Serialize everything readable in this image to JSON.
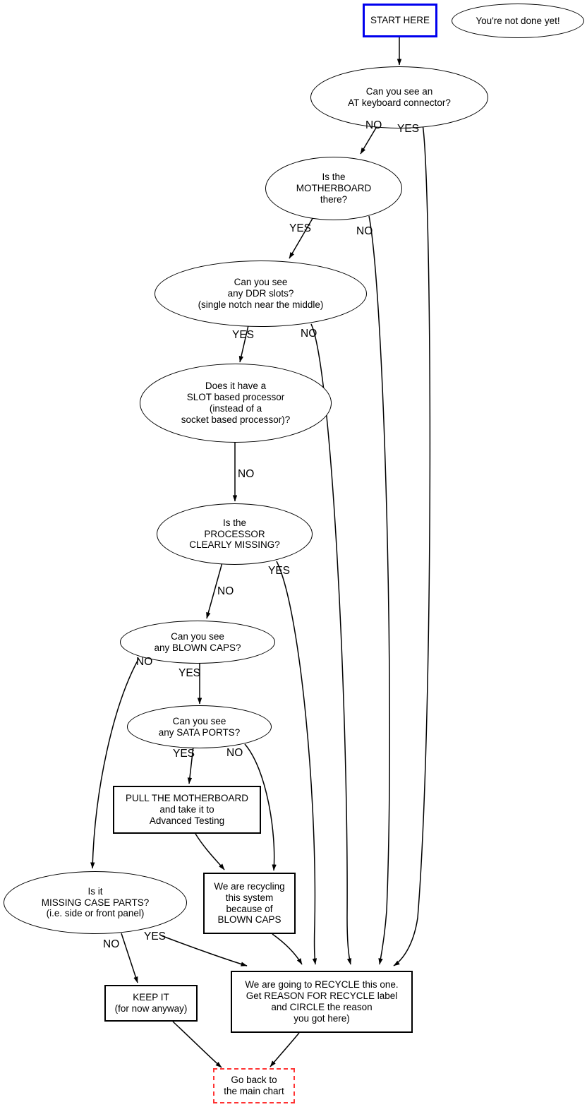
{
  "diagram": {
    "title": "Recycling triage flowchart",
    "colors": {
      "start_border": "#0000ee",
      "terminal_border": "#ff3333",
      "node_stroke": "#000000",
      "background": "#ffffff"
    }
  },
  "nodes": {
    "start": {
      "label": "START HERE",
      "shape": "box"
    },
    "not_done": {
      "label": "You're not done yet!",
      "shape": "ellipse"
    },
    "at_keyboard": {
      "label": "Can you see an\nAT keyboard connector?",
      "shape": "ellipse"
    },
    "motherboard": {
      "label": "Is the\nMOTHERBOARD\nthere?",
      "shape": "ellipse"
    },
    "ddr_slots": {
      "label": "Can you see\nany DDR slots?\n(single notch near the middle)",
      "shape": "ellipse"
    },
    "slot_processor": {
      "label": "Does it have a\nSLOT based processor\n(instead of a\nsocket based processor)?",
      "shape": "ellipse"
    },
    "processor_missing": {
      "label": "Is the\nPROCESSOR\nCLEARLY MISSING?",
      "shape": "ellipse"
    },
    "blown_caps": {
      "label": "Can you see\nany BLOWN CAPS?",
      "shape": "ellipse"
    },
    "sata_ports": {
      "label": "Can you see\nany SATA PORTS?",
      "shape": "ellipse"
    },
    "pull_motherboard": {
      "label": "PULL THE MOTHERBOARD\nand take it to\nAdvanced Testing",
      "shape": "box"
    },
    "missing_case_parts": {
      "label": "Is it\nMISSING CASE PARTS?\n(i.e. side or front panel)",
      "shape": "ellipse"
    },
    "recycling_blown_caps": {
      "label": "We are recycling\nthis system\nbecause of\nBLOWN CAPS",
      "shape": "box"
    },
    "keep_it": {
      "label": "KEEP IT\n(for now anyway)",
      "shape": "box"
    },
    "recycle_this_one": {
      "label": "We are going to RECYCLE this one.\nGet REASON FOR RECYCLE label\nand CIRCLE the reason\nyou got here)",
      "shape": "box"
    },
    "go_back": {
      "label": "Go back to\nthe main chart",
      "shape": "box-dashed"
    }
  },
  "edge_labels": {
    "at_keyboard_no": "NO",
    "at_keyboard_yes": "YES",
    "motherboard_yes": "YES",
    "motherboard_no": "NO",
    "ddr_yes": "YES",
    "ddr_no": "NO",
    "slot_no": "NO",
    "processor_no": "NO",
    "processor_yes": "YES",
    "caps_no": "NO",
    "caps_yes": "YES",
    "sata_yes": "YES",
    "sata_no": "NO",
    "case_no": "NO",
    "case_yes": "YES"
  }
}
